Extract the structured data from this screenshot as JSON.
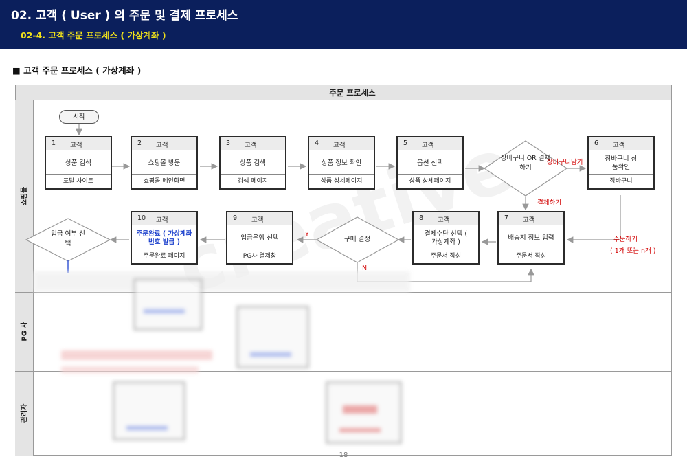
{
  "header": {
    "title": "02. 고객 ( User ) 의 주문 및 결제 프로세스",
    "subtitle": "02-4. 고객 주문 프로세스 ( 가상계좌 )"
  },
  "section_title": "■ 고객 주문 프로세스 ( 가상계좌 )",
  "table_header": "주문 프로세스",
  "lanes": [
    "쇼핑몰",
    "PG 사",
    "관리자"
  ],
  "start_label": "시작",
  "boxes": [
    {
      "num": "1",
      "actor": "고객",
      "main": "상품 검색",
      "foot": "포탈 사이트"
    },
    {
      "num": "2",
      "actor": "고객",
      "main": "쇼핑몰 방문",
      "foot": "쇼핑몰 메인화면"
    },
    {
      "num": "3",
      "actor": "고객",
      "main": "상품 검색",
      "foot": "검색 페이지"
    },
    {
      "num": "4",
      "actor": "고객",
      "main": "상품 정보 확인",
      "foot": "상품 상세페이지"
    },
    {
      "num": "5",
      "actor": "고객",
      "main": "옵션 선택",
      "foot": "상품 상세페이지"
    },
    {
      "num": "6",
      "actor": "고객",
      "main": "장바구니 상품확인",
      "foot": "장바구니"
    },
    {
      "num": "7",
      "actor": "고객",
      "main": "배송지 정보 입력",
      "foot": "주문서 작성"
    },
    {
      "num": "8",
      "actor": "고객",
      "main": "결제수단 선택 ( 가상계좌 )",
      "foot": "주문서 작성"
    },
    {
      "num": "9",
      "actor": "고객",
      "main": "입금은행 선택",
      "foot": "PG사 결제창"
    },
    {
      "num": "10",
      "actor": "고객",
      "main": "주문완료 ( 가상계좌번호 발급 )",
      "foot": "주문완료 페이지"
    }
  ],
  "decisions": {
    "cart_or_pay": "장바구니 OR 결제하기",
    "purchase": "구매 결정",
    "deposit": "입금 여부 선택"
  },
  "notes": {
    "add_to_cart": "장바구니담기",
    "checkout": "결제하기",
    "order": "주문하기",
    "qty": "( 1개 또는 n개 )",
    "yes": "Y",
    "no": "N"
  },
  "page_number": "18",
  "colors": {
    "header_bg": "#0b1f5c",
    "subtitle": "#f2e21a",
    "note_red": "#d20000",
    "emph_blue": "#1a3fcc"
  }
}
